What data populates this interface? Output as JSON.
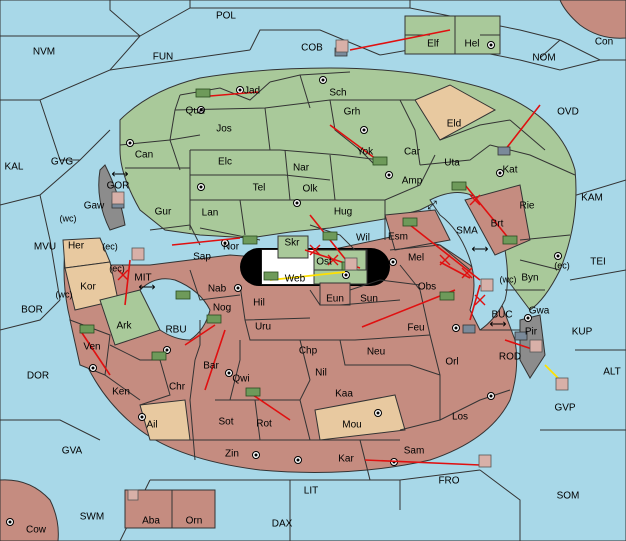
{
  "regions": {
    "sea": [
      "POL",
      "NVM",
      "FUN",
      "COB",
      "NOM",
      "Con",
      "OVD",
      "KAL",
      "GVG",
      "KAM",
      "TEI",
      "MVU",
      "BOR",
      "KUP",
      "DOR",
      "ALT",
      "GVA",
      "SOM",
      "FRO",
      "LIT",
      "SWM",
      "DAX",
      "Cow",
      "GOR",
      "MIT",
      "RBU",
      "BUC",
      "ROD",
      "SMA",
      "GVP"
    ],
    "land": [
      "Elf",
      "Hel",
      "Jad",
      "Sch",
      "Qua",
      "Jos",
      "Grh",
      "Eld",
      "Can",
      "Car",
      "Uta",
      "Kat",
      "Elc",
      "Nar",
      "Yok",
      "Amp",
      "Tel",
      "Olk",
      "Rie",
      "Gur",
      "Lan",
      "Hug",
      "Brt",
      "Sap",
      "Nor",
      "Skr",
      "Wil",
      "Esm",
      "Ost",
      "Byn",
      "Web",
      "Mel",
      "Gaw",
      "Her",
      "Kor",
      "Ark",
      "Nab",
      "Eun",
      "Sun",
      "Obs",
      "Gwa",
      "Hil",
      "Nog",
      "Pir",
      "Uru",
      "Feu",
      "Ven",
      "Chp",
      "Neu",
      "Orl",
      "Bar",
      "Qwi",
      "Nil",
      "Ken",
      "Chr",
      "Kaa",
      "Ail",
      "Sot",
      "Rot",
      "Mou",
      "Los",
      "Zin",
      "Kar",
      "Sam",
      "Aba",
      "Orn"
    ]
  },
  "annotations": {
    "wc": "(wc)",
    "ec": "(ec)"
  },
  "legend_colors": {
    "green_power": "#a9c99a",
    "red_power": "#c58c80",
    "neutral": "#e8c9a0",
    "impassable": "#8c8c8c",
    "sea": "#a8d8e8",
    "order_arrow": "#e01010",
    "support_arrow": "#ffe000"
  }
}
